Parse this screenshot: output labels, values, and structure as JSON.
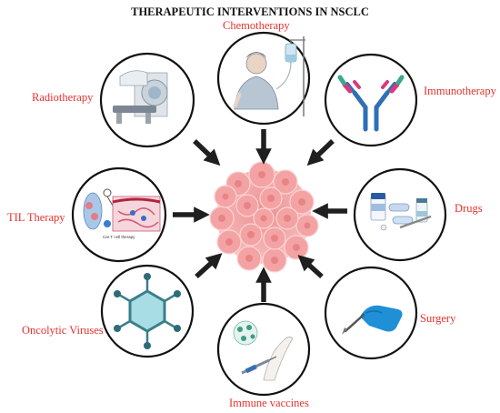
{
  "title": "THERAPEUTIC INTERVENTIONS IN NSCLC",
  "interventions": {
    "chemotherapy": "Chemotherapy",
    "radiotherapy": "Radiotherapy",
    "immunotherapy": "Immunotherapy",
    "til_therapy": "TIL Therapy",
    "drugs": "Drugs",
    "oncolytic_viruses": "Oncolytic Viruses",
    "surgery": "Surgery",
    "immune_vaccines": "Immune vaccines"
  },
  "inset_text": "Car T cell therapy",
  "colors": {
    "label": "#e8312d",
    "title": "#111111",
    "tumor": "#f3a7a7",
    "arrow": "#1f1f1f"
  }
}
